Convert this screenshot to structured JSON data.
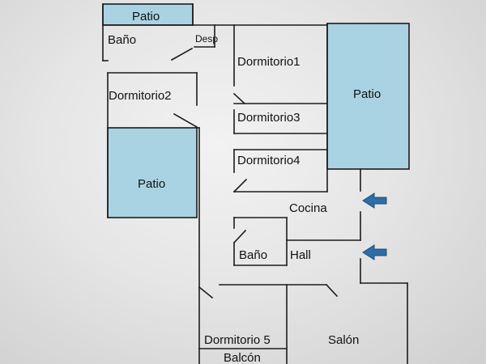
{
  "plan": {
    "rooms": {
      "patio_top": "Patio",
      "bano_top": "Baño",
      "desp": "Desp",
      "dormitorio1": "Dormitorio1",
      "dormitorio2": "Dormitorio2",
      "dormitorio3": "Dormitorio3",
      "dormitorio4": "Dormitorio4",
      "patio_right": "Patio",
      "patio_left": "Patio",
      "cocina": "Cocina",
      "bano_mid": "Baño",
      "hall": "Hall",
      "dormitorio5": "Dormitorio 5",
      "balcon": "Balcón",
      "salon": "Salón"
    },
    "colors": {
      "patio_fill": "#a9d3e3",
      "wall": "#1c1c1c",
      "arrow": "#2e6ea7"
    },
    "icons": {
      "arrow_upper": "arrow-left-icon",
      "arrow_lower": "arrow-left-icon"
    }
  }
}
